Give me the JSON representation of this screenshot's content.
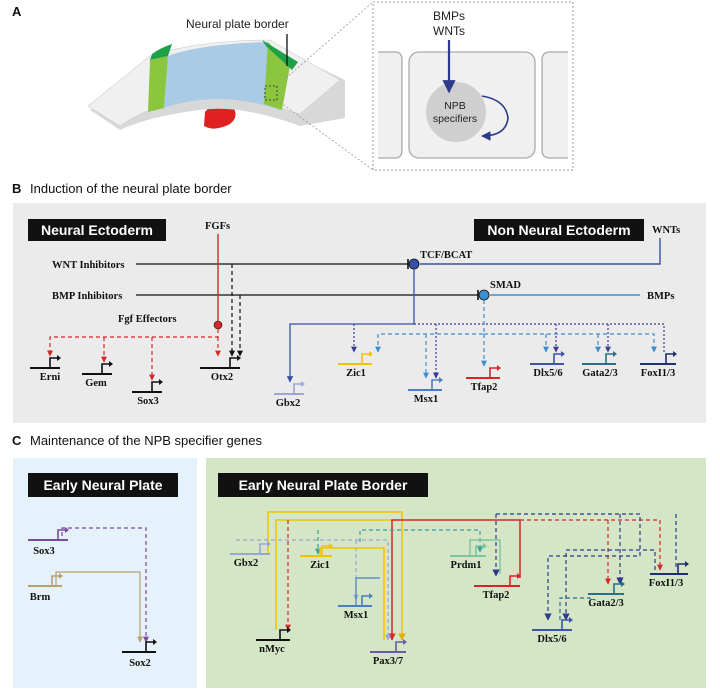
{
  "panel_a": {
    "letter": "A",
    "npb_label": "Neural plate border",
    "signals": "BMPs\nWNTs",
    "signals_line1": "BMPs",
    "signals_line2": "WNTs",
    "nucleus_line1": "NPB",
    "nucleus_line2": "specifiers"
  },
  "panel_b": {
    "letter": "B",
    "title": "Induction of the neural plate border",
    "neural_ectoderm": "Neural Ectoderm",
    "non_neural_ectoderm": "Non Neural Ectoderm",
    "fgfs": "FGFs",
    "wnts": "WNTs",
    "bmps": "BMPs",
    "wnt_inhibitors": "WNT Inhibitors",
    "bmp_inhibitors": "BMP Inhibitors",
    "fgf_effectors": "Fgf Effectors",
    "tcf_bcat": "TCF/BCAT",
    "smad": "SMAD",
    "genes": [
      "Erni",
      "Gem",
      "Sox3",
      "Otx2",
      "Gbx2",
      "Zic1",
      "Msx1",
      "Tfap2",
      "Dlx5/6",
      "Gata2/3",
      "FoxI1/3"
    ]
  },
  "panel_c": {
    "letter": "C",
    "title": "Maintenance of the NPB specifier genes",
    "left_box": "Early Neural Plate",
    "right_box": "Early Neural Plate Border",
    "left_genes": [
      "Sox3",
      "Brm",
      "Sox2"
    ],
    "right_genes": [
      "Gbx2",
      "Zic1",
      "Prdm1",
      "nMyc",
      "Msx1",
      "Tfap2",
      "Pax3/7",
      "Dlx5/6",
      "Gata2/3",
      "FoxI1/3"
    ]
  },
  "colors": {
    "red": "#d62728",
    "black": "#111111",
    "blue": "#3a4fa6",
    "lightblue": "#3c8fd0",
    "purple": "#3a3d8f",
    "gbx2": "#9aa7d6",
    "zic1": "#f2c200",
    "msx1": "#4b7fc0",
    "tfap2": "#e0202a",
    "dlx": "#3d55a5",
    "gata": "#2a6f85",
    "foxi": "#1f2f6e",
    "sox3": "#7a4a9c",
    "brm": "#b8a070",
    "prdm1": "#7fc2a0",
    "pax37": "#6a5aa8",
    "panel_b_bg": "#ebebeb",
    "panel_c_left_bg": "#e6f2fb",
    "panel_c_right_bg": "#d5e6c6"
  }
}
